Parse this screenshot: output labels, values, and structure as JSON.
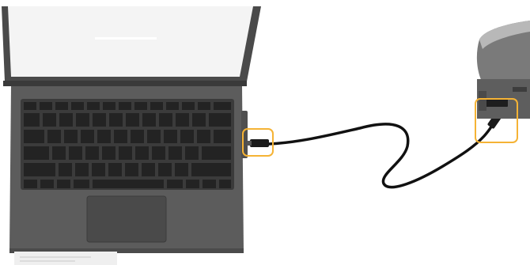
{
  "scene": {
    "description_kind": "illustration",
    "objects": [
      "laptop",
      "usb-cable",
      "device-port"
    ],
    "highlight_color": "#f5b335",
    "laptop_color": "#595959",
    "screen_color": "#f3f3f3",
    "key_color": "#2a2a2a",
    "cable_color": "#111111",
    "device_color": "#6b6b6b"
  }
}
